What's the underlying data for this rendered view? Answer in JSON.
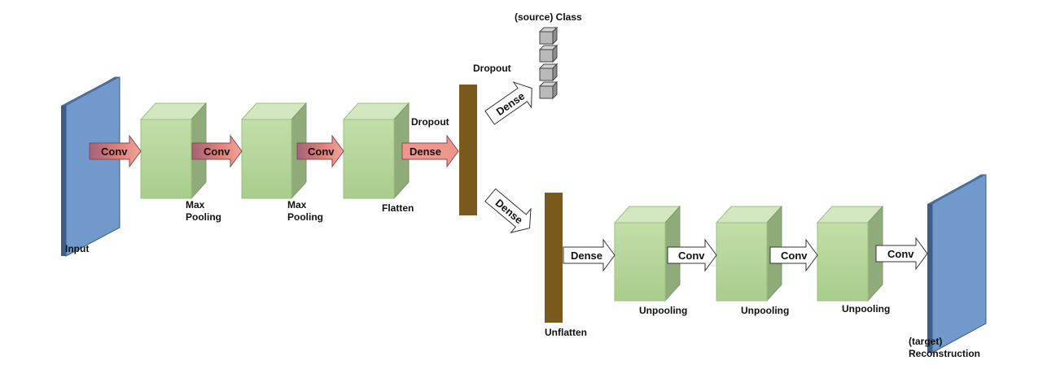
{
  "labels": {
    "input": "Input",
    "max_pooling_1": "Max Pooling",
    "max_pooling_2": "Max Pooling",
    "flatten": "Flatten",
    "dropout_1": "Dropout",
    "dropout_2": "Dropout",
    "source_class": "(source) Class",
    "unflatten": "Unflatten",
    "unpooling_1": "Unpooling",
    "unpooling_2": "Unpooling",
    "unpooling_3": "Unpooling",
    "target_reconstruction": "(target) Reconstruction"
  },
  "arrows": {
    "conv_1": "Conv",
    "conv_2": "Conv",
    "conv_3": "Conv",
    "dense_encoder": "Dense",
    "dense_to_class": "Dense",
    "dense_to_unflatten": "Dense",
    "dense_decoder": "Dense",
    "conv_4": "Conv",
    "conv_5": "Conv",
    "conv_6": "Conv"
  },
  "colors": {
    "input_plane_front": "#7199cb",
    "input_plane_edge": "#3d5d86",
    "feature_block_front": "#b6d79c",
    "feature_block_top": "#cfe5bd",
    "feature_block_side": "#8faa78",
    "dense_bar": "#7a5a1c",
    "class_cube": "#b9b9b9",
    "encoder_arrow": "#e98d85",
    "decoder_arrow": "#ffffff"
  }
}
